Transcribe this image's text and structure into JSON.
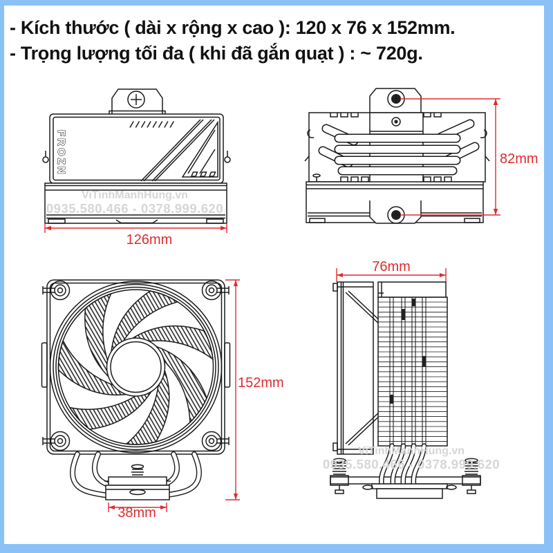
{
  "page": {
    "border_color": "#8ac1f7",
    "background": "#ffffff"
  },
  "header": {
    "line1": "- Kích thước ( dài x rộng x cao ): 120 x 76 x 152mm.",
    "line2": "- Trọng lượng tối đa ( khi đã gắn quạt ) : ~ 720g."
  },
  "product": {
    "brand": "FROZN"
  },
  "dimensions": {
    "accent_color": "#df2b30",
    "fan_width": "126mm",
    "depth": "82mm",
    "height": "152mm",
    "base_width": "38mm",
    "body_width": "76mm"
  },
  "watermark": {
    "color": "#d6d6d6",
    "site": "ViTinhManhHung.vn",
    "phone": "0935.580.466 - 0378.999.620"
  }
}
